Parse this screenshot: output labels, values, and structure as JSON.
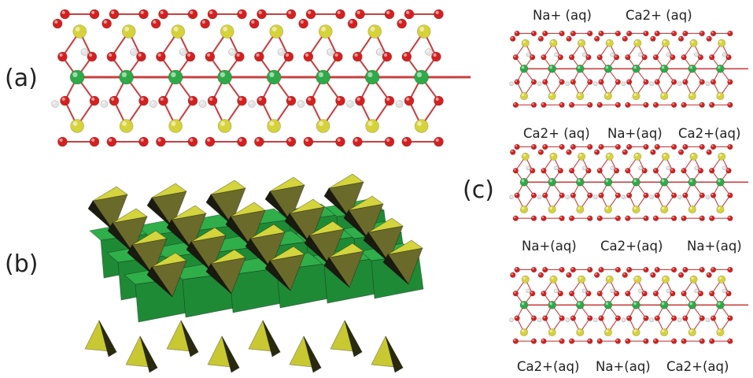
{
  "panel_labels": {
    "a": "(a)",
    "b": "(b)",
    "c": "(c)"
  },
  "panel_c": {
    "row1_labels": [
      "Na+ (aq)",
      "Ca2+ (aq)"
    ],
    "row2_labels": [
      "Ca2+ (aq)",
      "Na+(aq)",
      "Ca2+(aq)"
    ],
    "row3_labels": [
      "Na+(aq)",
      "Ca2+(aq)",
      "Na+(aq)"
    ],
    "row4_labels": [
      "Ca2+(aq)",
      "Na+(aq)",
      "Ca2+(aq)"
    ]
  },
  "colors": {
    "oxygen": "#d42020",
    "silicon": "#d6d23a",
    "calcium": "#2eaa48",
    "hydrogen": "#e4e4e4",
    "bond": "#c84040",
    "octahedron": "#2f9a40",
    "tetrahedron": "#b8b82a"
  }
}
